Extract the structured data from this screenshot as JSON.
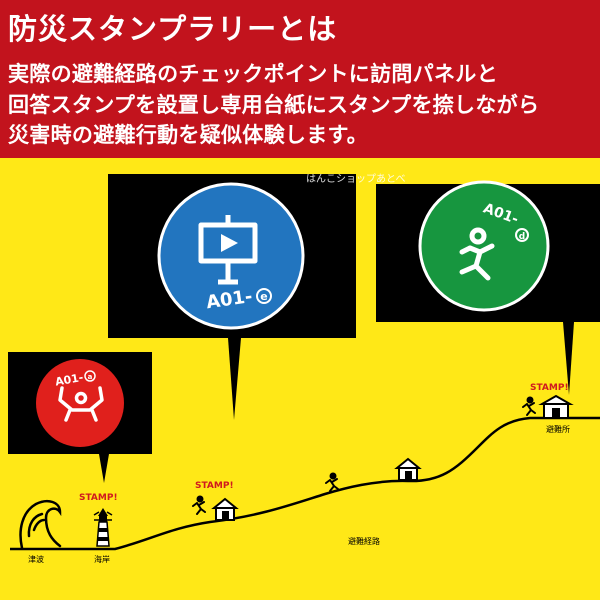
{
  "header": {
    "title": "防災スタンプラリーとは",
    "lines": [
      "実際の避難経路のチェックポイントに訪問パネルと",
      "回答スタンプを設置し専用台紙にスタンプを捺しながら",
      "災害時の避難行動を疑似体験します。"
    ]
  },
  "watermark": "はんこショップあとべ",
  "panels": {
    "red": {
      "code": "A01-",
      "suffix": "a",
      "color": "#e0201c",
      "icon": "arms-raised-person-icon"
    },
    "blue": {
      "code": "A01-",
      "suffix": "e",
      "color": "#2275bf",
      "icon": "signboard-icon"
    },
    "green": {
      "code": "A01-",
      "suffix": "d",
      "color": "#17963f",
      "icon": "running-person-icon"
    }
  },
  "stamps": {
    "label": "STAMP!",
    "color": "#d01a1f"
  },
  "places": {
    "tsunami": "津波",
    "coast": "海岸",
    "route": "避難経路",
    "shelter": "避難所"
  }
}
